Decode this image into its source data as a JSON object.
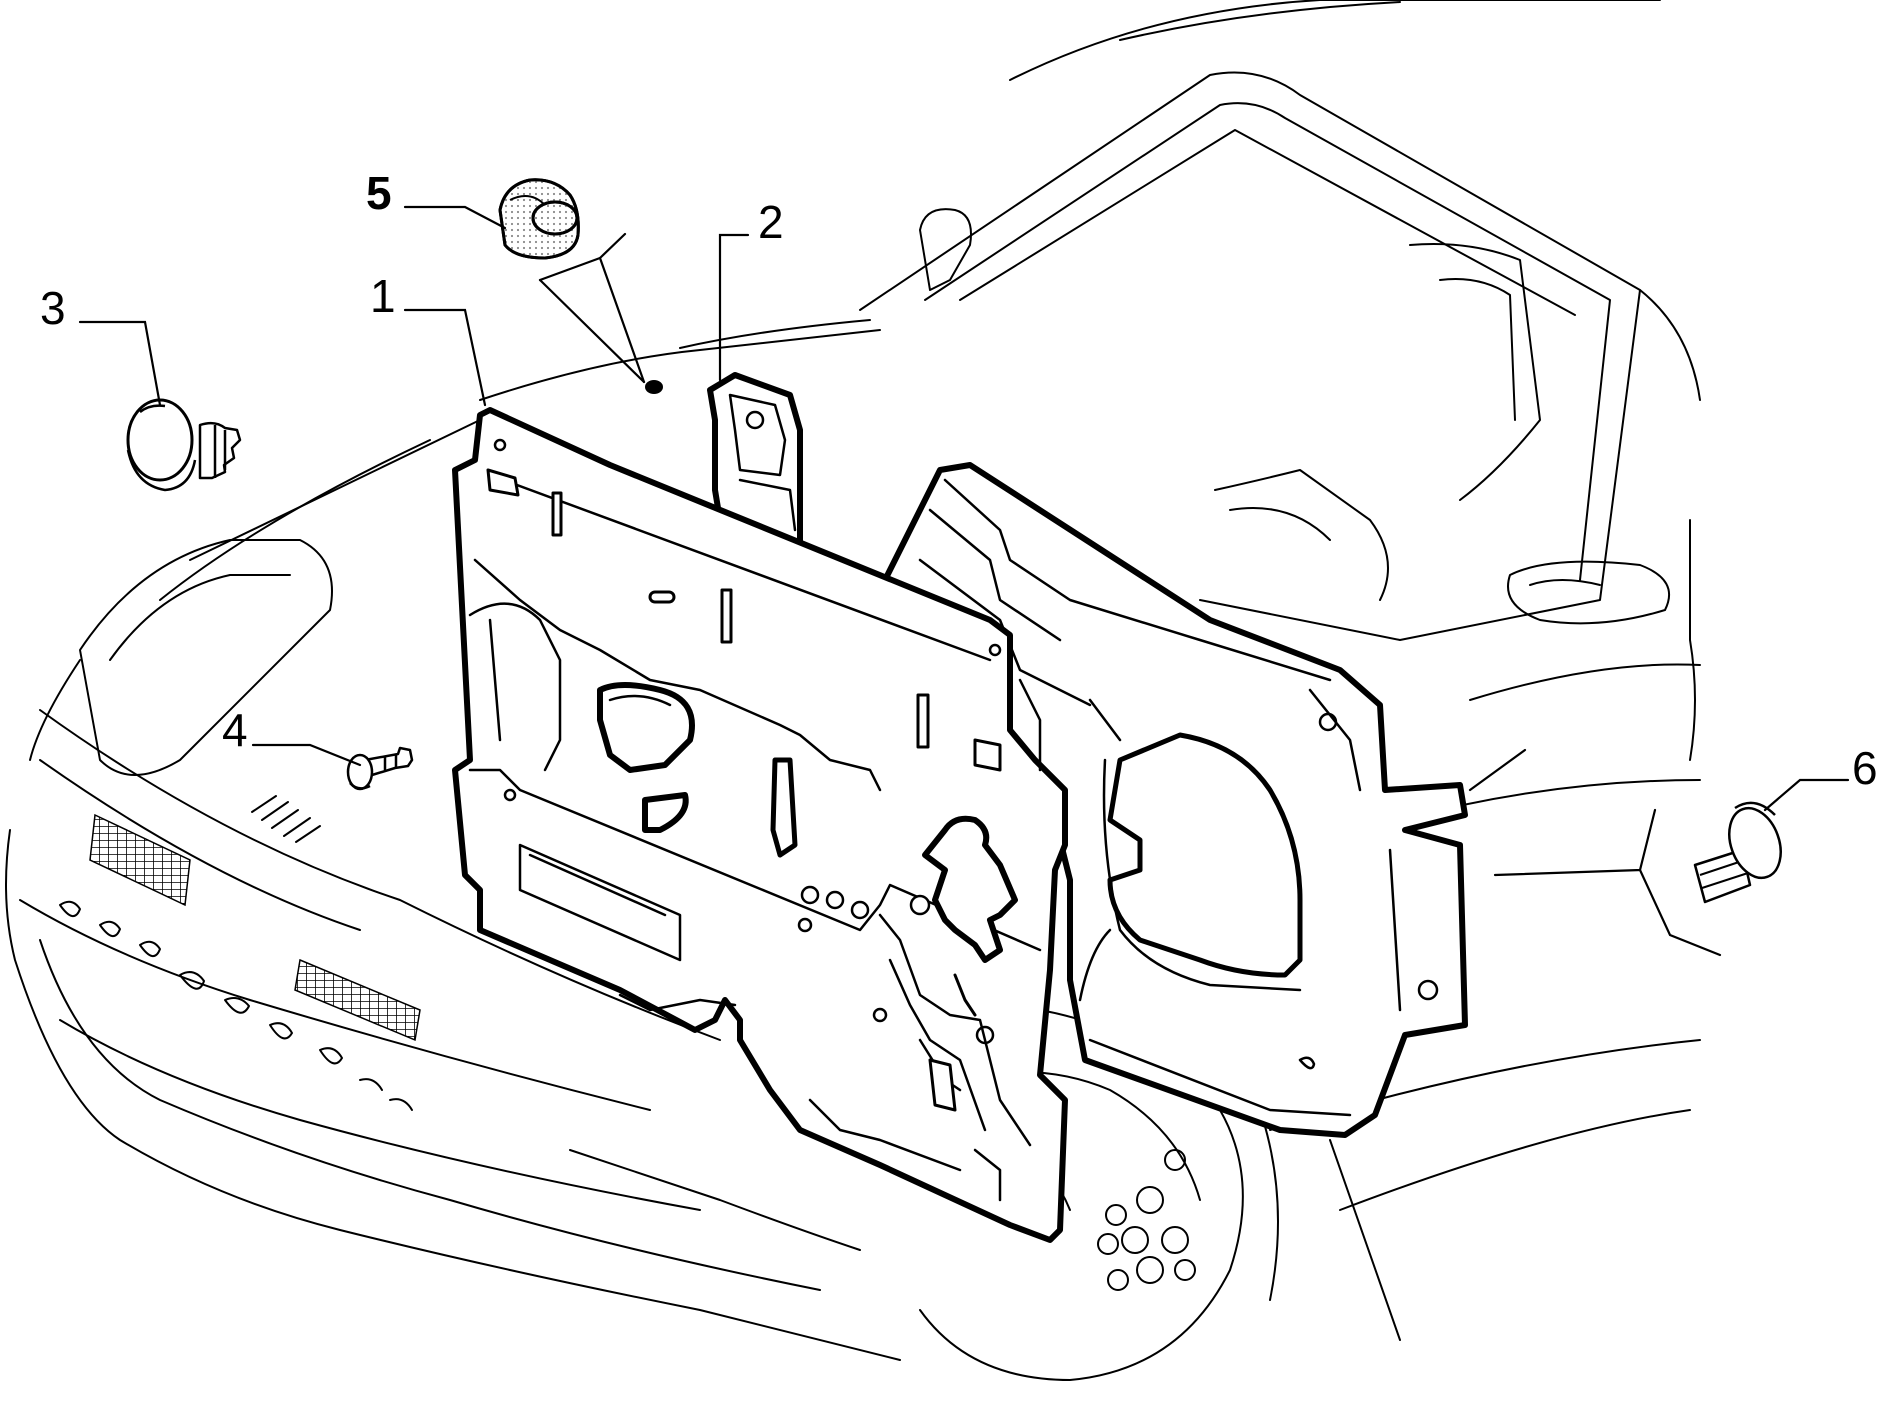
{
  "diagram": {
    "colors": {
      "line": "#000000",
      "background": "#ffffff",
      "dot_fill": "#9a9a9a"
    },
    "callouts": [
      {
        "id": "1",
        "label": "1"
      },
      {
        "id": "2",
        "label": "2"
      },
      {
        "id": "3",
        "label": "3"
      },
      {
        "id": "4",
        "label": "4"
      },
      {
        "id": "5",
        "label": "5"
      },
      {
        "id": "6",
        "label": "6"
      }
    ]
  }
}
